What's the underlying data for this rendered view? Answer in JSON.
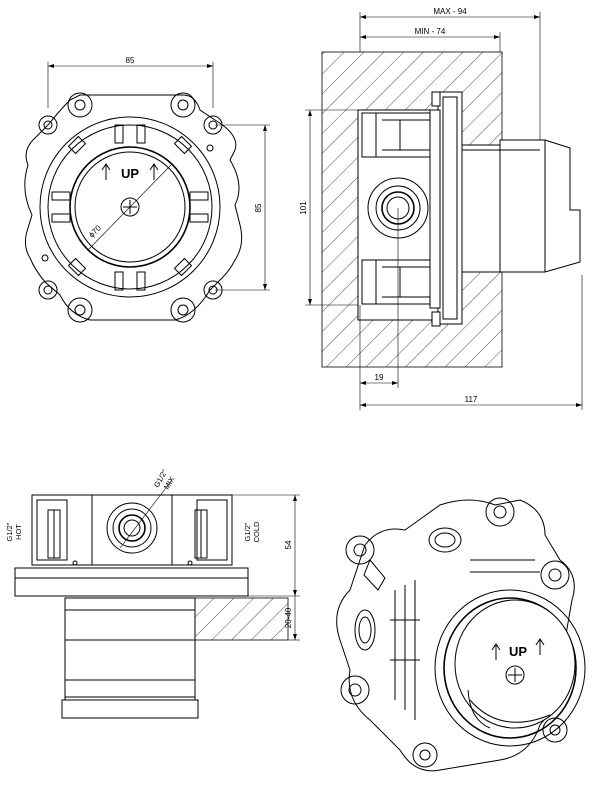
{
  "front_view": {
    "dim_width": "85",
    "dim_height": "85",
    "diameter": "ϕ70",
    "up_label": "UP"
  },
  "section_view": {
    "dim_max": "MAX - 94",
    "dim_min": "MIN - 74",
    "dim_height": "101",
    "dim_offset": "19",
    "dim_total": "117"
  },
  "side_view": {
    "port_mix_size": "G1/2\"",
    "port_mix_label": "MIX",
    "port_hot_size": "G1/2\"",
    "port_hot_label": "HOT",
    "port_cold_size": "G1/2\"",
    "port_cold_label": "COLD",
    "dim_height": "54",
    "dim_depth": "20-40"
  },
  "iso_view": {
    "up_label": "UP"
  }
}
